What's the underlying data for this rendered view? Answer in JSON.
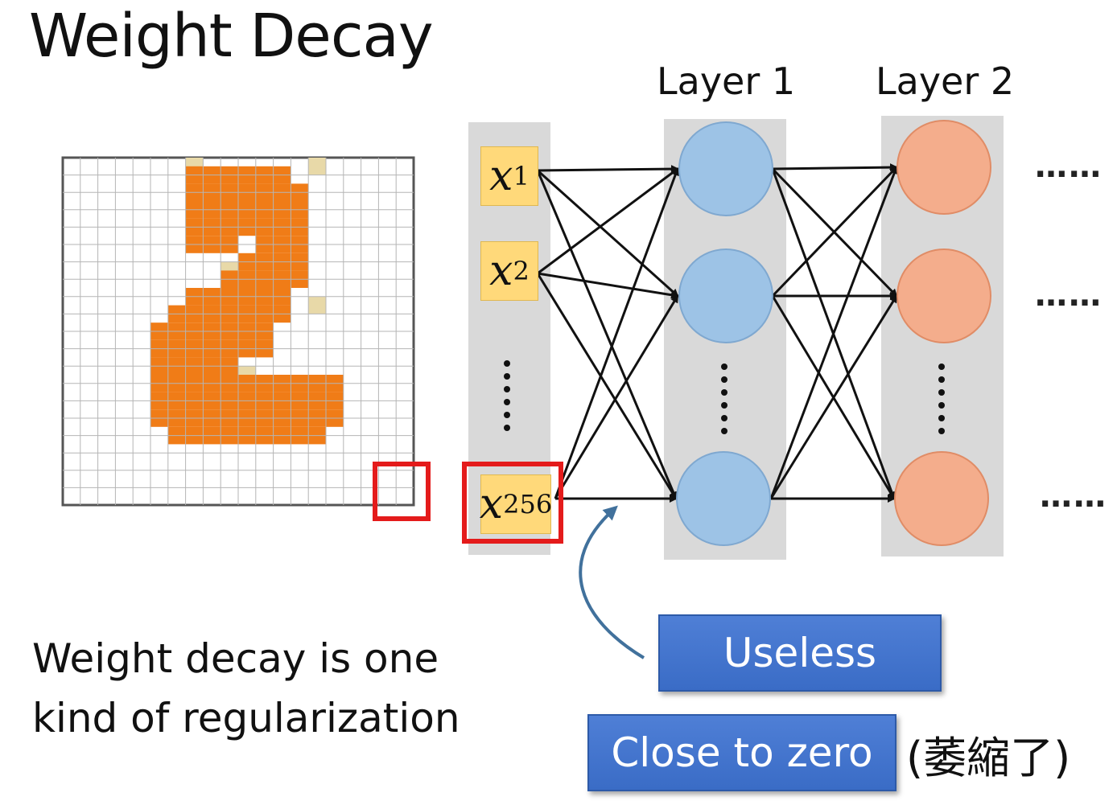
{
  "title": "Weight Decay",
  "layers": [
    {
      "label": "Layer 1"
    },
    {
      "label": "Layer 2"
    }
  ],
  "inputs": [
    {
      "name": "x",
      "sub": "1"
    },
    {
      "name": "x",
      "sub": "2"
    },
    {
      "name": "x",
      "sub": "256"
    }
  ],
  "ellipsis": "……",
  "description": {
    "line1": "Weight decay is one",
    "line2": "kind of regularization"
  },
  "buttons": {
    "useless": "Useless",
    "close_to_zero": "Close to zero"
  },
  "note": "(萎縮了)",
  "colors": {
    "pixel_on": "#f07c17",
    "pixel_partial": "#e8d9a8",
    "layer1_node": "#9dc3e6",
    "layer2_node": "#f4ad8c",
    "highlight": "#e41b1b",
    "button": "#4472c4",
    "column_bg": "#d9d9d9",
    "input_box": "#ffd97a"
  },
  "digit_image": {
    "on": [
      "...XXXXXX...",
      "...XXXXXXX..",
      "...XXXXXXX..",
      "...XXXXXXX..",
      "...XXX.XXX..",
      "......XXXX..",
      ".....XXXXX..",
      "...XXXXXX...",
      "..XXXXXXX...",
      ".XXXXXXX....",
      ".XXXXXXX....",
      ".XXXXX......",
      ".XXXXXXXXXXX",
      ".XXXXXXXXXXX",
      ".XXXXXXXXXXX",
      "..XXXXXXXXX."
    ]
  }
}
